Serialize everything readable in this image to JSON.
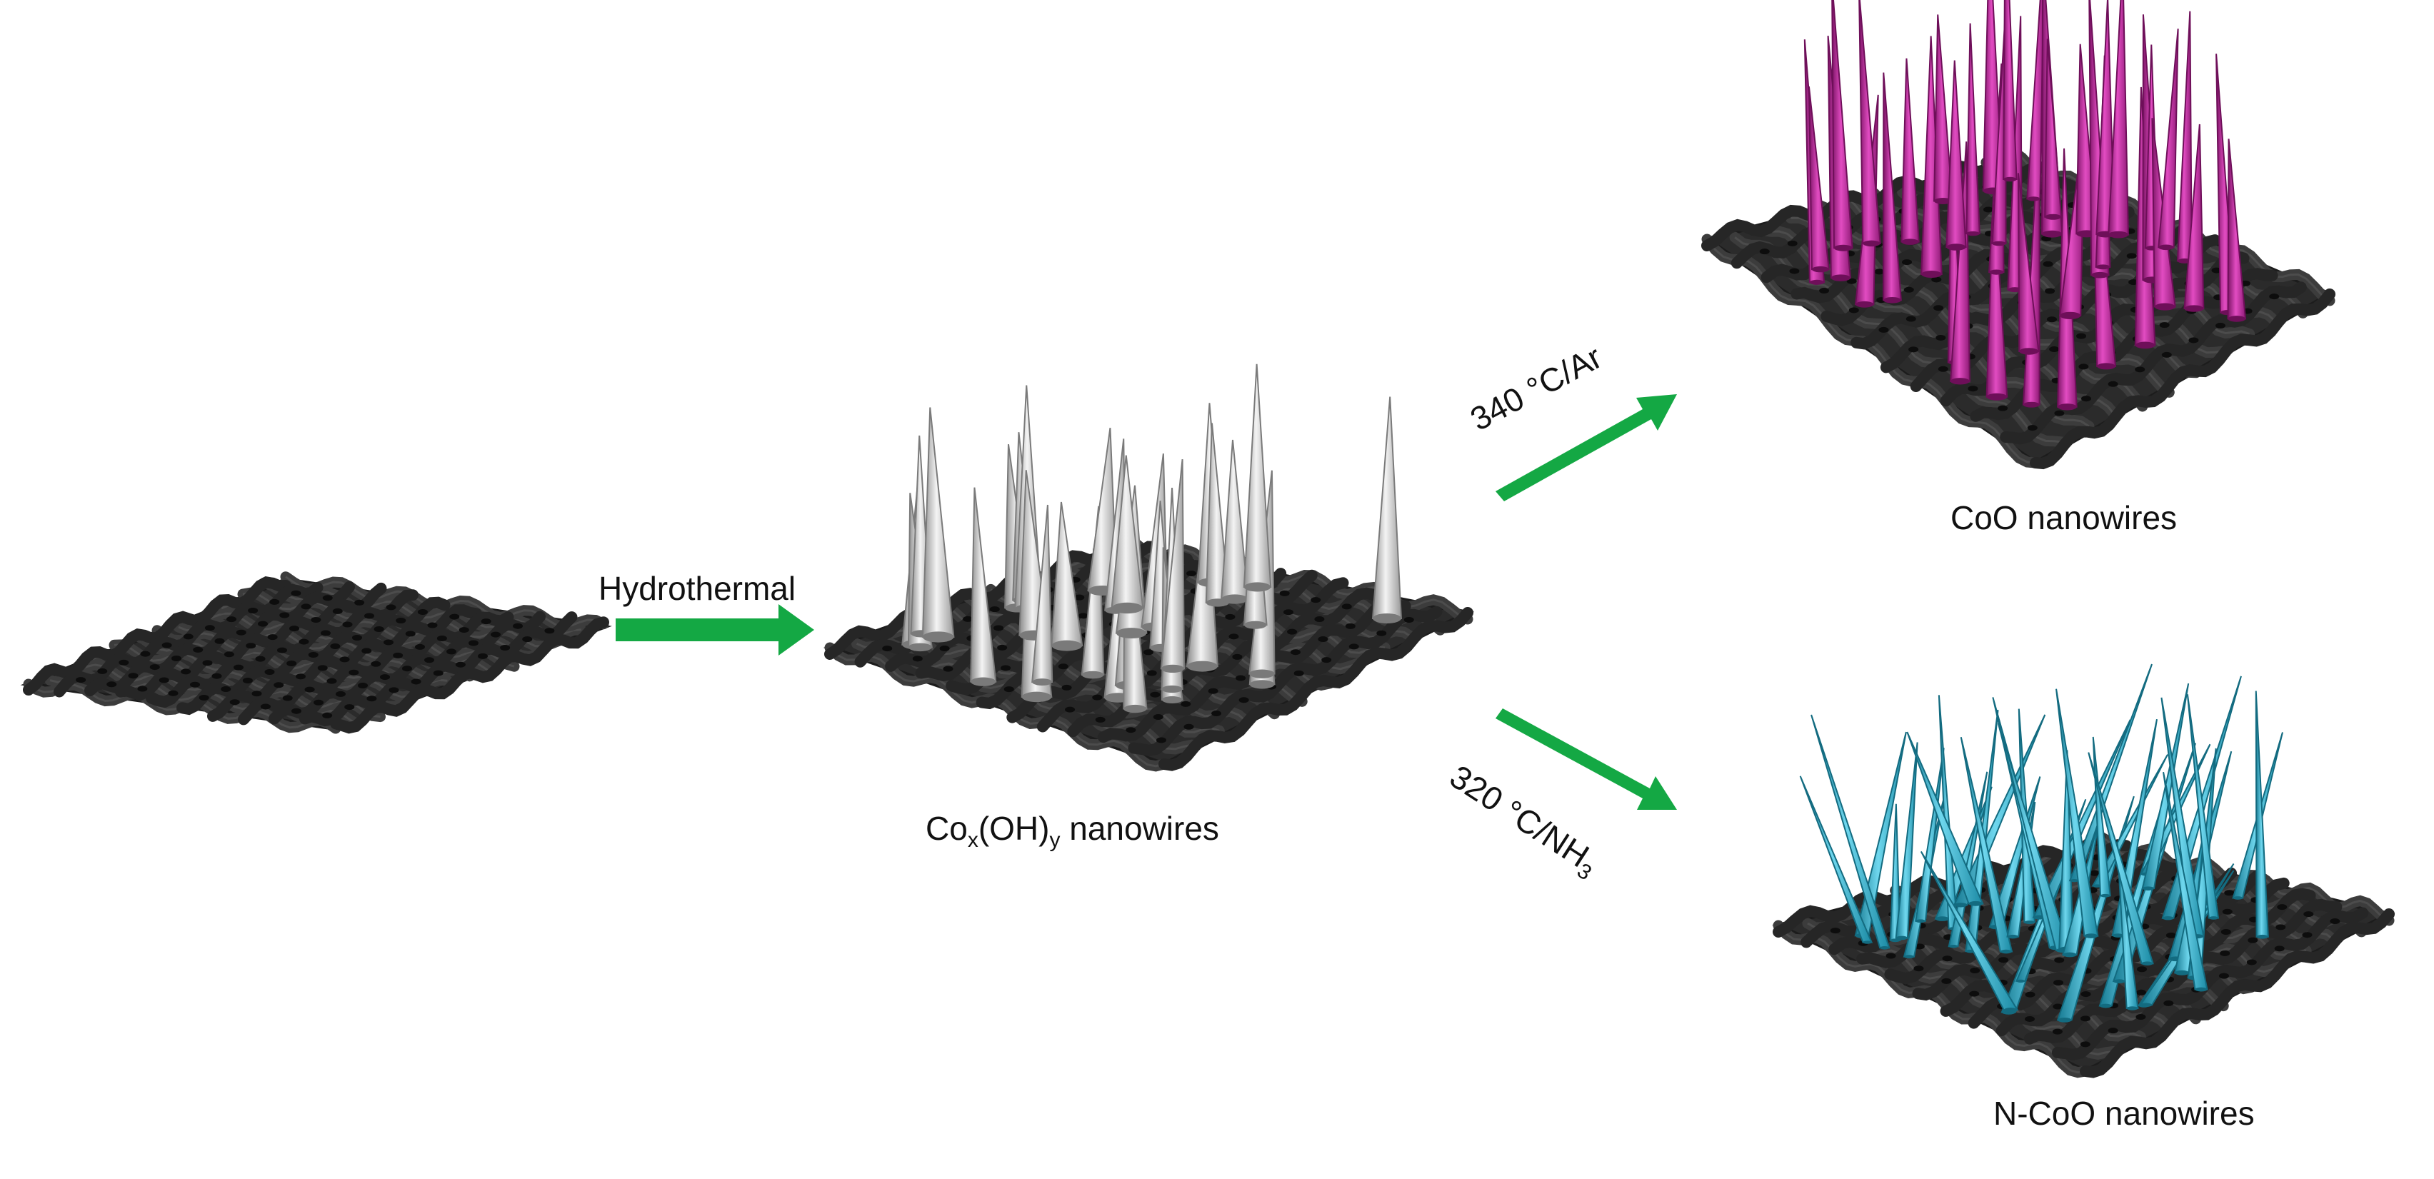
{
  "colors": {
    "arrow": "#14a844",
    "fabric": "#2b2b2b",
    "fabric_highlight": "#5a5a5a",
    "wire_gray": "#c9c9c9",
    "wire_magenta": "#c3249e",
    "wire_cyan": "#2bb2cf"
  },
  "labels": {
    "hydrothermal": "Hydrothermal",
    "intermediate_prefix": "Co",
    "intermediate_sub_x": "x",
    "intermediate_mid": "(OH)",
    "intermediate_sub_y": "y",
    "intermediate_suffix": " nanowires",
    "route_ar": "340 °C/Ar",
    "route_nh3_prefix": "320 °C/NH",
    "route_nh3_sub": "3",
    "product_coo": "CoO nanowires",
    "product_ncoo": "N-CoO nanowires"
  }
}
